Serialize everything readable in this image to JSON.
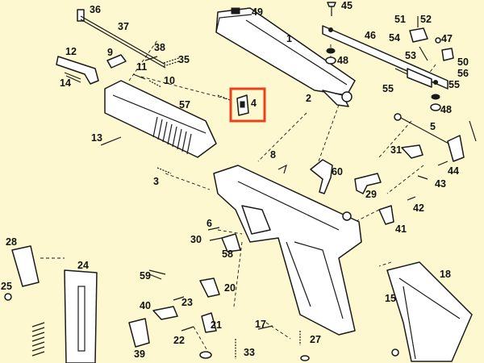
{
  "diagram": {
    "highlight_color": "#e8411c",
    "background_color": "#fdf8cf",
    "labels": {
      "l36": "36",
      "l37": "37",
      "l49": "49",
      "l45": "45",
      "l51": "51",
      "l52": "52",
      "l46": "46",
      "l54": "54",
      "l47": "47",
      "l1": "1",
      "l38": "38",
      "l9": "9",
      "l12": "12",
      "l35": "35",
      "l48a": "48",
      "l53": "53",
      "l50": "50",
      "l56": "56",
      "l14": "14",
      "l11": "11",
      "l10": "10",
      "l55a": "55",
      "l55b": "55",
      "l4": "4",
      "l2": "2",
      "l57": "57",
      "l48b": "48",
      "l5": "5",
      "l13": "13",
      "l31": "31",
      "l8": "8",
      "l60": "60",
      "l44": "44",
      "l3": "3",
      "l43": "43",
      "l29": "29",
      "l42": "42",
      "l6": "6",
      "l41": "41",
      "l28": "28",
      "l30": "30",
      "l58": "58",
      "l24": "24",
      "l18": "18",
      "l25": "25",
      "l59": "59",
      "l20": "20",
      "l15": "15",
      "l40": "40",
      "l23": "23",
      "l21": "21",
      "l22": "22",
      "l17": "17",
      "l27": "27",
      "l39": "39",
      "l33": "33"
    }
  }
}
